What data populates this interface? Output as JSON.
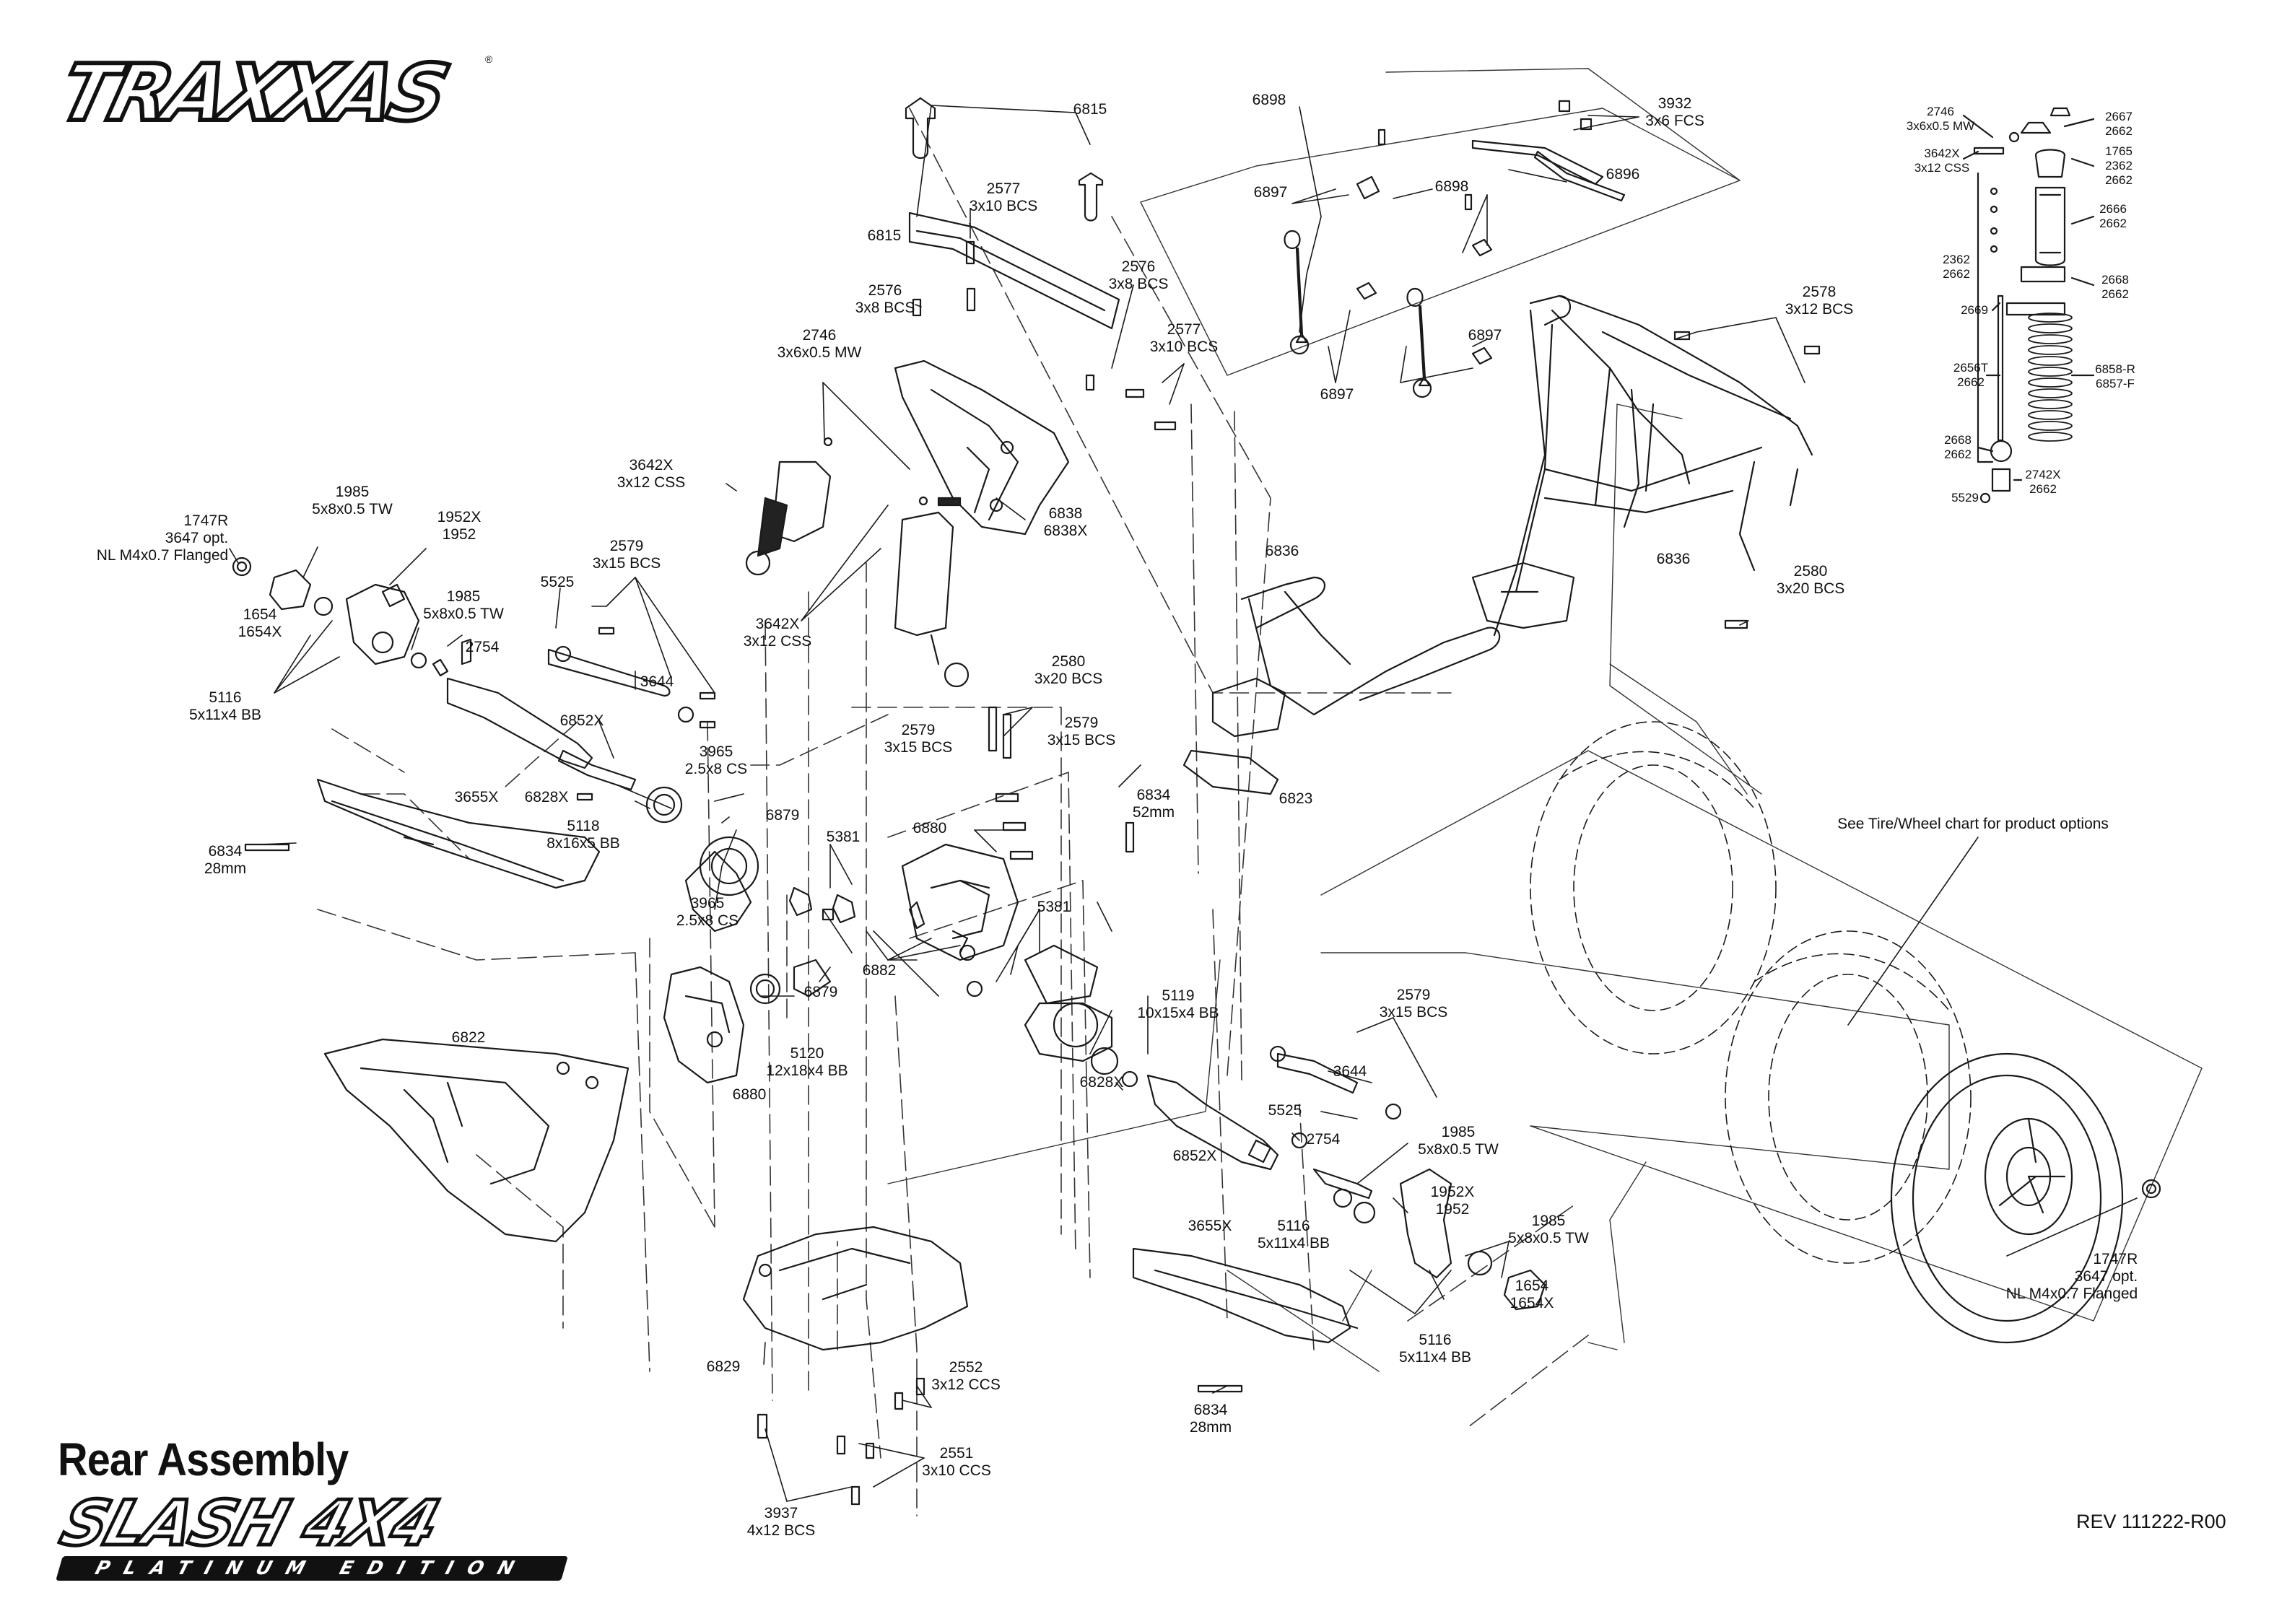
{
  "brand": {
    "logo_text": "TRAXXAS"
  },
  "title": "Rear Assembly",
  "model": {
    "name": "SLASH 4X4",
    "edition": "PLATINUM EDITION"
  },
  "revision": "REV 111222-R00",
  "labels": {
    "l6815a": "6815",
    "l6815b": "6815",
    "l2577a": "2577\n3x10 BCS",
    "l2576a": "2576\n3x8 BCS",
    "l2576b": "2576\n3x8 BCS",
    "l2577b": "2577\n3x10 BCS",
    "l2746": "2746\n3x6x0.5 MW",
    "l3642a": "3642X\n3x12 CSS",
    "l3642b": "3642X\n3x12 CSS",
    "l6838": "6838\n6838X",
    "l6898a": "6898",
    "l6897a": "6897",
    "l6898b": "6898",
    "l6897b": "6897",
    "l6897c": "6897",
    "l3932": "3932\n3x6 FCS",
    "l6896": "6896",
    "l2578": "2578\n3x12 BCS",
    "l6836a": "6836",
    "l6836b": "6836",
    "l2580a": "2580\n3x20 BCS",
    "l1747a": "1747R\n3647 opt.\nNL M4x0.7 Flanged",
    "l1985a": "1985\n5x8x0.5 TW",
    "l1952a": "1952X\n1952",
    "l1985b": "1985\n5x8x0.5 TW",
    "l1654a": "1654\n1654X",
    "l5525a": "5525",
    "l2579a": "2579\n3x15 BCS",
    "l2754a": "2754",
    "l3644a": "3644",
    "l5116a": "5116\n5x11x4 BB",
    "l6852a": "6852X",
    "l2580b": "2580\n3x20 BCS",
    "l2579b": "2579\n3x15 BCS",
    "l2579c": "2579\n3x15 BCS",
    "l6834a": "6834\n52mm",
    "l6823": "6823",
    "l3965a": "3965\n2.5x8 CS",
    "l3655a": "3655X",
    "l6828a": "6828X",
    "l5118": "5118\n8x16x5 BB",
    "l6879a": "6879",
    "l5381a": "5381",
    "l6880a": "6880",
    "l6834b": "6834\n28mm",
    "l3965b": "3965\n2.5x8 CS",
    "l5381b": "5381",
    "l6882": "6882",
    "l6879b": "6879",
    "l5120": "5120\n12x18x4 BB",
    "l5119": "5119\n10x15x4 BB",
    "l6880b": "6880",
    "l6822": "6822",
    "l6828b": "6828X",
    "l2579d": "2579\n3x15 BCS",
    "l3644b": "3644",
    "l5525b": "5525",
    "l2754b": "2754",
    "l1985c": "1985\n5x8x0.5 TW",
    "l6852b": "6852X",
    "l1952b": "1952X\n1952",
    "l3655b": "3655X",
    "l5116b": "5116\n5x11x4 BB",
    "l1985d": "1985\n5x8x0.5 TW",
    "l1654b": "1654\n1654X",
    "l5116c": "5116\n5x11x4 BB",
    "l1747b": "1747R\n3647 opt.\nNL M4x0.7 Flanged",
    "l6829": "6829",
    "l2552": "2552\n3x12 CCS",
    "l2551": "2551\n3x10 CCS",
    "l3937": "3937\n4x12 BCS",
    "l6834c": "6834\n28mm",
    "tirenote": "See Tire/Wheel chart for product options",
    "s2746": "2746\n3x6x0.5 MW",
    "s2667": "2667\n2662",
    "s3642": "3642X\n3x12 CSS",
    "s1765": "1765\n2362\n2662",
    "s2666": "2666\n2662",
    "s2362": "2362\n2662",
    "s2668a": "2668\n2662",
    "s2669": "2669",
    "s2656": "2656T\n2662",
    "s6858": "6858-R\n6857-F",
    "s2668b": "2668\n2662",
    "s2742": "2742X\n2662",
    "s5529": "5529"
  }
}
